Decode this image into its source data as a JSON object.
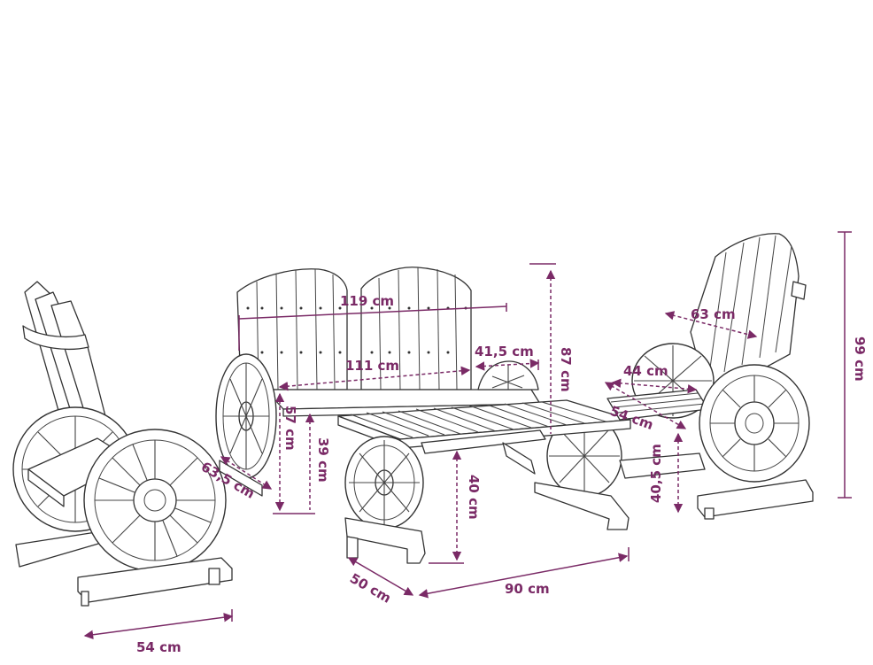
{
  "colors": {
    "dimension": "#7a2a66",
    "outline": "#333333",
    "background": "#ffffff"
  },
  "dimensions": {
    "bench_width": "119 cm",
    "bench_inner_width": "111 cm",
    "bench_depth": "63,5 cm",
    "bench_height": "57 cm",
    "bench_seat_height": "39 cm",
    "bench_armrest": "41,5 cm",
    "bench_back_height": "87 cm",
    "table_height": "40 cm",
    "table_depth": "50 cm",
    "table_width": "90 cm",
    "chair_back_width": "63 cm",
    "chair_seat_width": "44 cm",
    "chair_depth": "54 cm",
    "chair_seat_height": "40,5 cm",
    "chair_height": "99 cm",
    "left_chair_width": "54 cm"
  }
}
